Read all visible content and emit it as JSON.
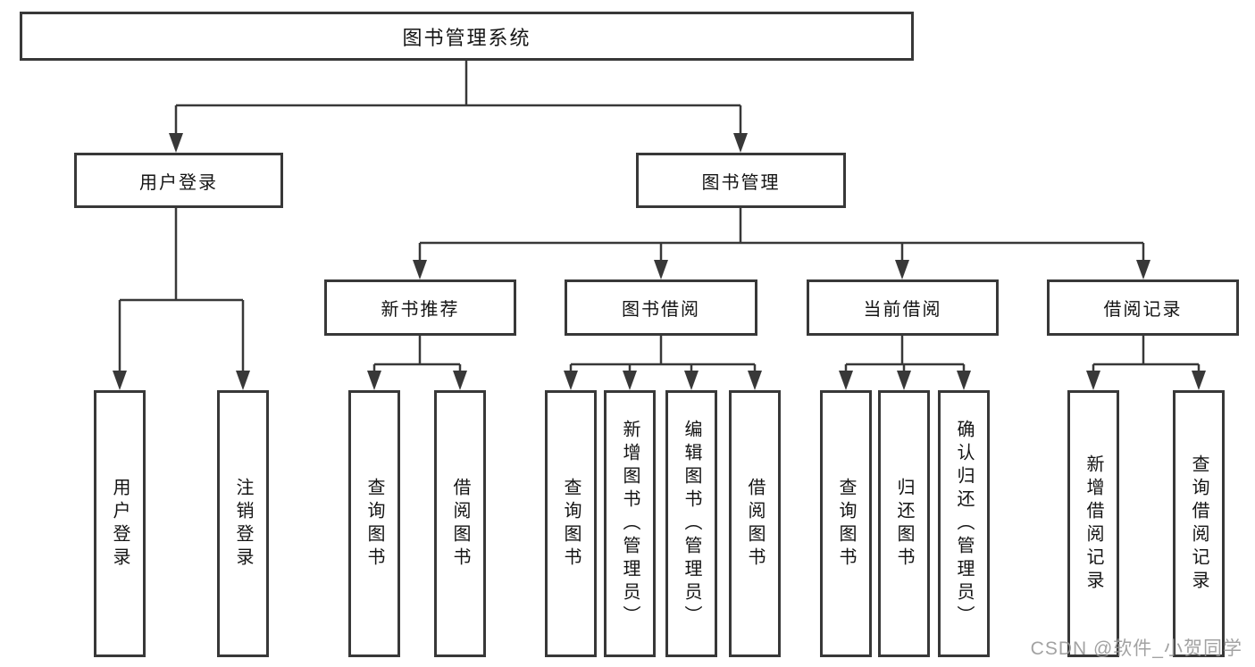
{
  "diagram": {
    "title": "图书管理系统",
    "branches": [
      {
        "label": "用户登录",
        "children": [
          {
            "label": "用户登录"
          },
          {
            "label": "注销登录"
          }
        ]
      },
      {
        "label": "图书管理",
        "modules": [
          {
            "label": "新书推荐",
            "children": [
              {
                "label": "查询图书"
              },
              {
                "label": "借阅图书"
              }
            ]
          },
          {
            "label": "图书借阅",
            "children": [
              {
                "label": "查询图书"
              },
              {
                "label": "新增图书（管理员）"
              },
              {
                "label": "编辑图书（管理员）"
              },
              {
                "label": "借阅图书"
              }
            ]
          },
          {
            "label": "当前借阅",
            "children": [
              {
                "label": "查询图书"
              },
              {
                "label": "归还图书"
              },
              {
                "label": "确认归还（管理员）"
              }
            ]
          },
          {
            "label": "借阅记录",
            "children": [
              {
                "label": "新增借阅记录"
              },
              {
                "label": "查询借阅记录"
              }
            ]
          }
        ]
      }
    ]
  },
  "watermark": {
    "text": "CSDN @软件_小贺同学"
  },
  "colors": {
    "line": "#383838",
    "text": "#141414",
    "watermark": "#989898",
    "background": "#ffffff"
  }
}
